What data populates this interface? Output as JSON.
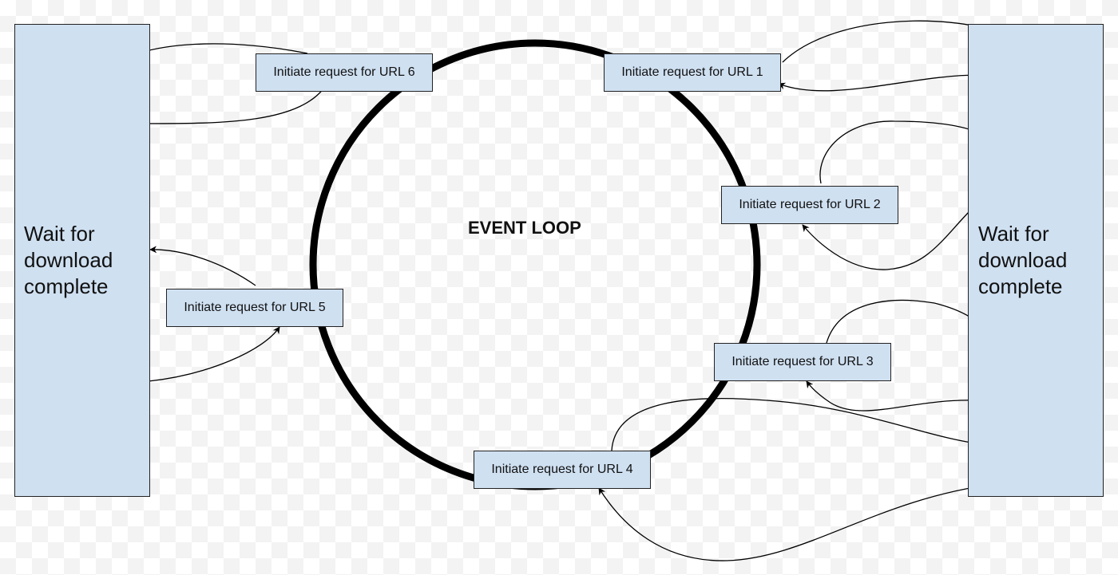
{
  "diagram": {
    "center_label": "EVENT LOOP",
    "left_panel": {
      "line1": "Wait for",
      "line2": "download",
      "line3": "complete"
    },
    "right_panel": {
      "line1": "Wait for",
      "line2": "download",
      "line3": "complete"
    },
    "requests": [
      "Initiate request for URL 1",
      "Initiate request for URL 2",
      "Initiate request for URL 3",
      "Initiate request for URL 4",
      "Initiate request for URL 5",
      "Initiate request for URL 6"
    ]
  },
  "colors": {
    "box_fill": "#cfe0f1",
    "stroke": "#000000"
  }
}
